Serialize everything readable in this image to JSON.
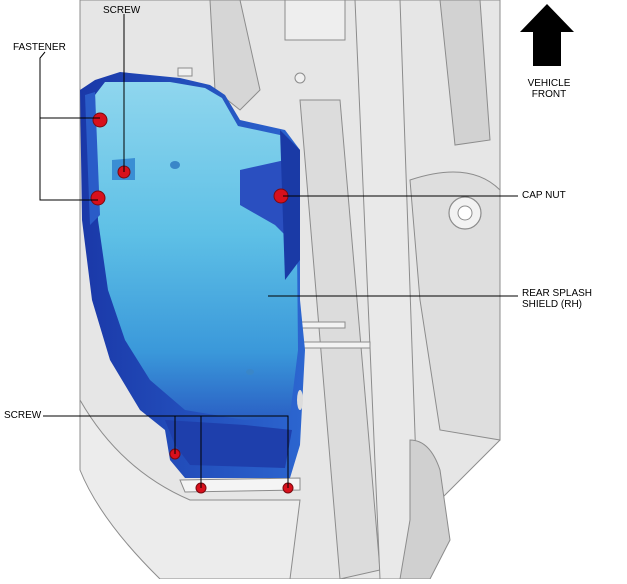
{
  "labels": {
    "screw_top": "SCREW",
    "fastener": "FASTENER",
    "vehicle_front_line1": "VEHICLE",
    "vehicle_front_line2": "FRONT",
    "cap_nut": "CAP NUT",
    "splash_line1": "REAR SPLASH",
    "splash_line2": "SHIELD (RH)",
    "screw_bottom": "SCREW"
  },
  "colors": {
    "shield_light": "#6ec8e6",
    "shield_mid": "#3aa6da",
    "shield_dark": "#1a3fb0",
    "shield_navy": "#142a8a",
    "fastener_red": "#d8101c",
    "chassis_gray": "#e2e2e2",
    "chassis_line": "#8c8c8c",
    "arrow": "#000000"
  },
  "icons": {
    "direction": "arrow-up-icon"
  }
}
